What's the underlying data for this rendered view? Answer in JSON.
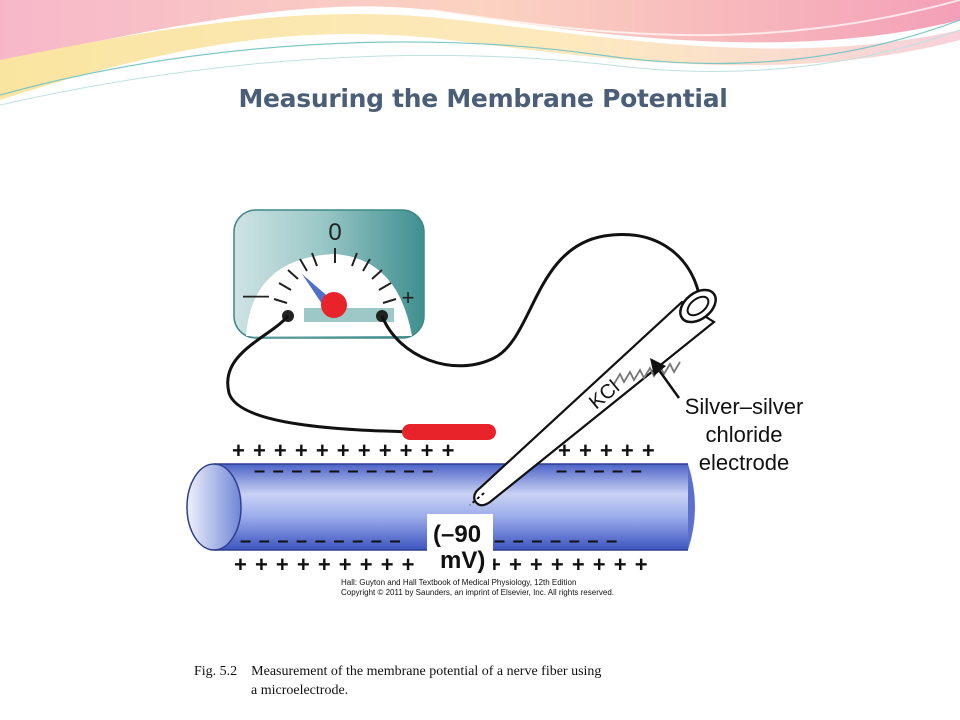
{
  "slide": {
    "title": "Measuring the Membrane Potential"
  },
  "figure": {
    "meter": {
      "zero_label": "0",
      "minus_label": "—",
      "plus_label": "+"
    },
    "electrode_label": "KCl",
    "electrode_callout": [
      "Silver–silver",
      "chloride",
      "electrode"
    ],
    "outer_charges_left": "+ + + + + + + + + + +",
    "outer_charges_right": "+ + + + +",
    "inner_charges_top_left": "– – – – – – – – – –",
    "inner_charges_top_right": "– – – – –",
    "inner_charges_bottom_left": "– – – – – – – – –",
    "inner_charges_bottom_right": "– – – – – – –",
    "outer_charges_bottom_left": "+ + + + + + + + +",
    "outer_charges_bottom_right": "+ + + + + + + +",
    "potential_value": "(–90",
    "potential_unit": "mV)",
    "credit_line1": "Hall: Guyton and Hall Textbook of Medical Physiology, 12th Edition",
    "credit_line2": "Copyright © 2011 by Saunders, an imprint of Elsevier, Inc. All rights reserved."
  },
  "caption": {
    "line1": "Fig. 5.2    Measurement of the membrane potential of a nerve fiber using",
    "line2": "a microelectrode."
  },
  "colors": {
    "title": "#4a5f77",
    "meter_body": "#4a9e9e",
    "needle_hub": "#e8242a",
    "electrode_pad": "#e8242a",
    "fiber": "#6f86d6"
  }
}
